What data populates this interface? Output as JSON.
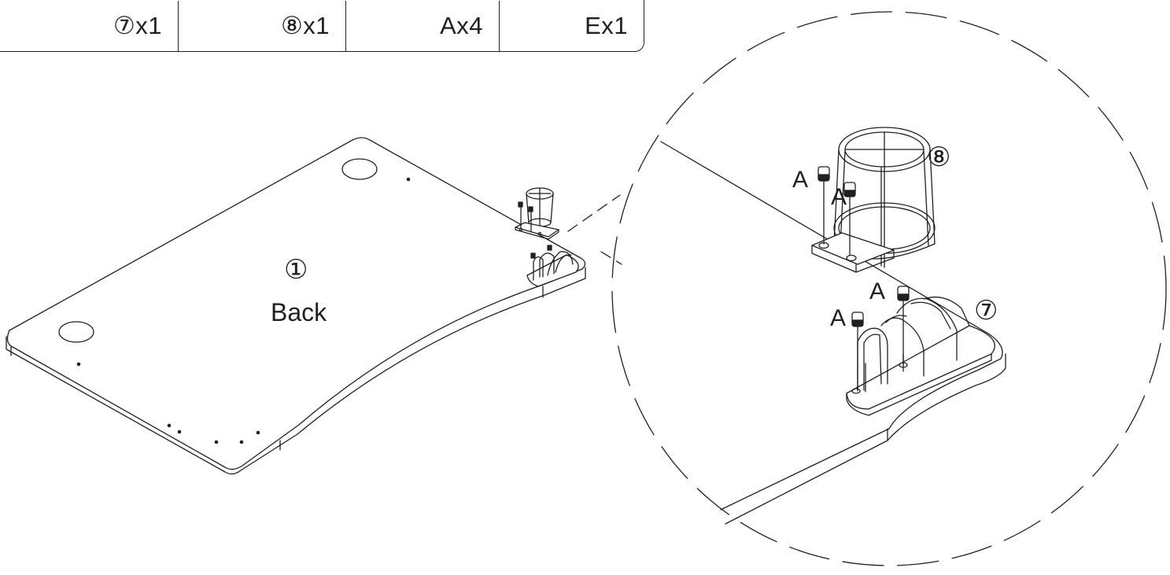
{
  "parts_table": {
    "items": [
      "⑦x1",
      "⑧x1",
      "Ax4",
      "Ex1"
    ]
  },
  "main": {
    "part_number": "①",
    "side_label": "Back"
  },
  "detail": {
    "label_grommet": "⑧",
    "label_holder": "⑦",
    "screw_label": "A"
  }
}
